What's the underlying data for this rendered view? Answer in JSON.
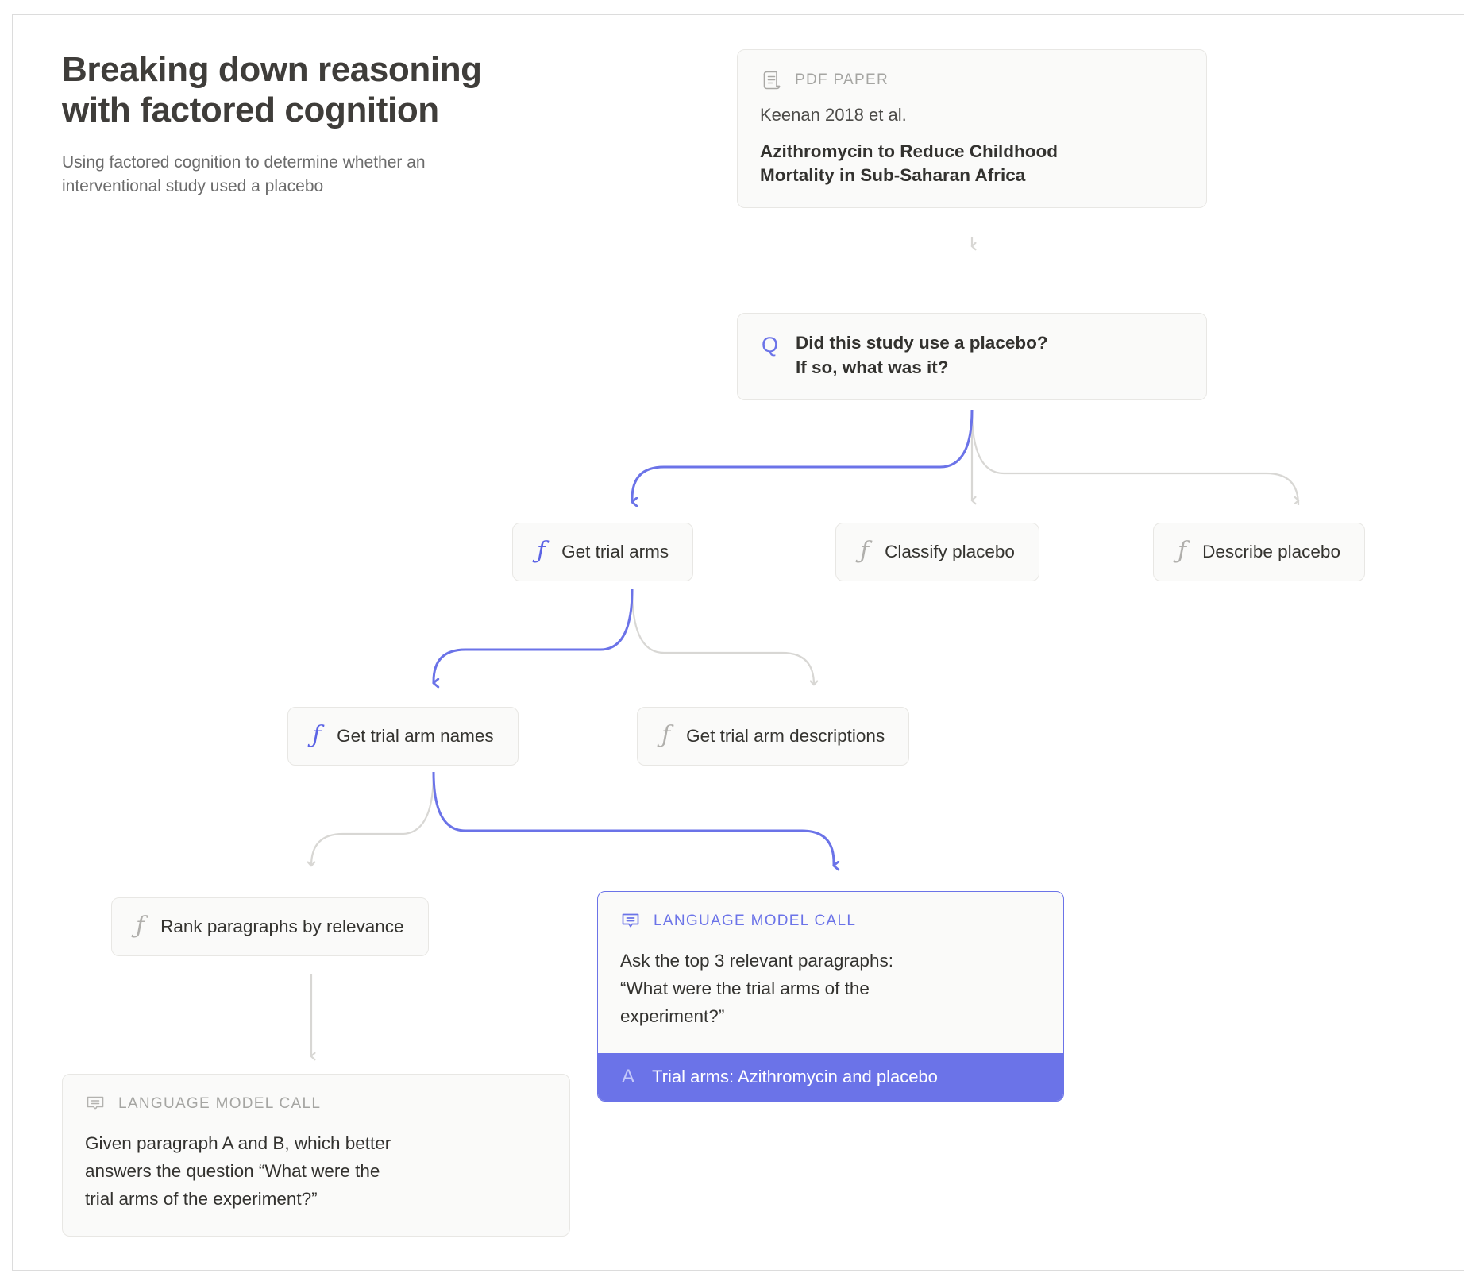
{
  "header": {
    "title": "Breaking down reasoning\nwith factored cognition",
    "subtitle": "Using factored cognition to determine whether an\ninterventional study used a placebo"
  },
  "colors": {
    "accent": "#6b73e8",
    "accent_line": "#6b73e8",
    "idle_line": "#d8d7d4",
    "card_bg": "#fafaf9",
    "card_border": "#e8e7e4",
    "text": "#33322f",
    "muted": "#a5a5a2"
  },
  "paper_card": {
    "icon": "scroll-document-icon",
    "kicker": "PDF PAPER",
    "authors": "Keenan 2018 et al.",
    "title": "Azithromycin to Reduce Childhood\nMortality in Sub-Saharan Africa"
  },
  "question_card": {
    "marker": "Q",
    "text": "Did this study use a placebo?\nIf so, what was it?"
  },
  "functions_row_1": [
    {
      "glyph": "ƒ",
      "label": "Get trial arms",
      "active": true
    },
    {
      "glyph": "ƒ",
      "label": "Classify placebo",
      "active": false
    },
    {
      "glyph": "ƒ",
      "label": "Describe placebo",
      "active": false
    }
  ],
  "functions_row_2": [
    {
      "glyph": "ƒ",
      "label": "Get trial arm names",
      "active": true
    },
    {
      "glyph": "ƒ",
      "label": "Get trial arm descriptions",
      "active": false
    }
  ],
  "functions_row_3": [
    {
      "glyph": "ƒ",
      "label": "Rank paragraphs by relevance",
      "active": false
    }
  ],
  "lmc_idle": {
    "icon": "speech-bubble-icon",
    "kicker": "LANGUAGE MODEL CALL",
    "prompt": "Given paragraph A and B, which better\nanswers the question “What were the\ntrial arms of the experiment?”"
  },
  "lmc_active": {
    "icon": "speech-bubble-icon",
    "kicker": "LANGUAGE MODEL CALL",
    "prompt": "Ask the top 3 relevant paragraphs:\n“What were the trial arms of the\nexperiment?”",
    "answer_marker": "A",
    "answer": "Trial arms: Azithromycin and placebo"
  }
}
